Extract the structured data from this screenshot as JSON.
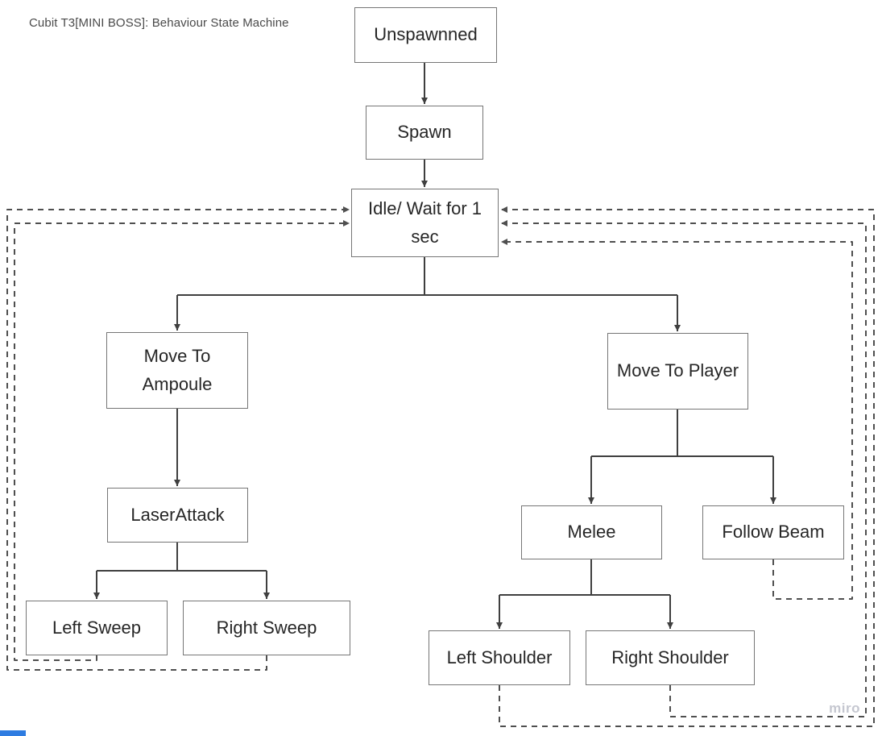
{
  "title": "Cubit T3[MINI BOSS]: Behaviour State Machine",
  "watermark": "miro",
  "colors": {
    "background": "#ffffff",
    "solid_connector": "#3f3f3f",
    "dashed_connector": "#4f4f4f",
    "node_border": "#767676",
    "node_fill": "#ffffff",
    "node_text": "#262626",
    "title_text": "#4a4a4a",
    "watermark_text": "#c5c7d0",
    "bottom_edge_strip": "#2e7ce1"
  },
  "nodes": {
    "unspawned": {
      "label": "Unspawnned"
    },
    "spawn": {
      "label": "Spawn"
    },
    "idle": {
      "label": "Idle/ Wait for 1 sec"
    },
    "move_to_ampoule": {
      "label": "Move To Ampoule"
    },
    "move_to_player": {
      "label": "Move To Player"
    },
    "laser_attack": {
      "label": "LaserAttack"
    },
    "melee": {
      "label": "Melee"
    },
    "follow_beam": {
      "label": "Follow Beam"
    },
    "left_sweep": {
      "label": "Left Sweep"
    },
    "right_sweep": {
      "label": "Right Sweep"
    },
    "left_shoulder": {
      "label": "Left Shoulder"
    },
    "right_shoulder": {
      "label": "Right Shoulder"
    }
  },
  "edges": {
    "solid": [
      {
        "from": "Unspawnned",
        "to": "Spawn"
      },
      {
        "from": "Spawn",
        "to": "Idle/ Wait for 1 sec"
      },
      {
        "from": "Idle/ Wait for 1 sec",
        "to": "Move To Ampoule"
      },
      {
        "from": "Idle/ Wait for 1 sec",
        "to": "Move To Player"
      },
      {
        "from": "Move To Ampoule",
        "to": "LaserAttack"
      },
      {
        "from": "LaserAttack",
        "to": "Left Sweep"
      },
      {
        "from": "LaserAttack",
        "to": "Right Sweep"
      },
      {
        "from": "Move To Player",
        "to": "Melee"
      },
      {
        "from": "Move To Player",
        "to": "Follow Beam"
      },
      {
        "from": "Melee",
        "to": "Left Shoulder"
      },
      {
        "from": "Melee",
        "to": "Right Shoulder"
      }
    ],
    "dashed_loops_back_to_idle": [
      "Left Sweep",
      "Right Sweep",
      "Left Shoulder",
      "Right Shoulder",
      "Follow Beam"
    ]
  }
}
